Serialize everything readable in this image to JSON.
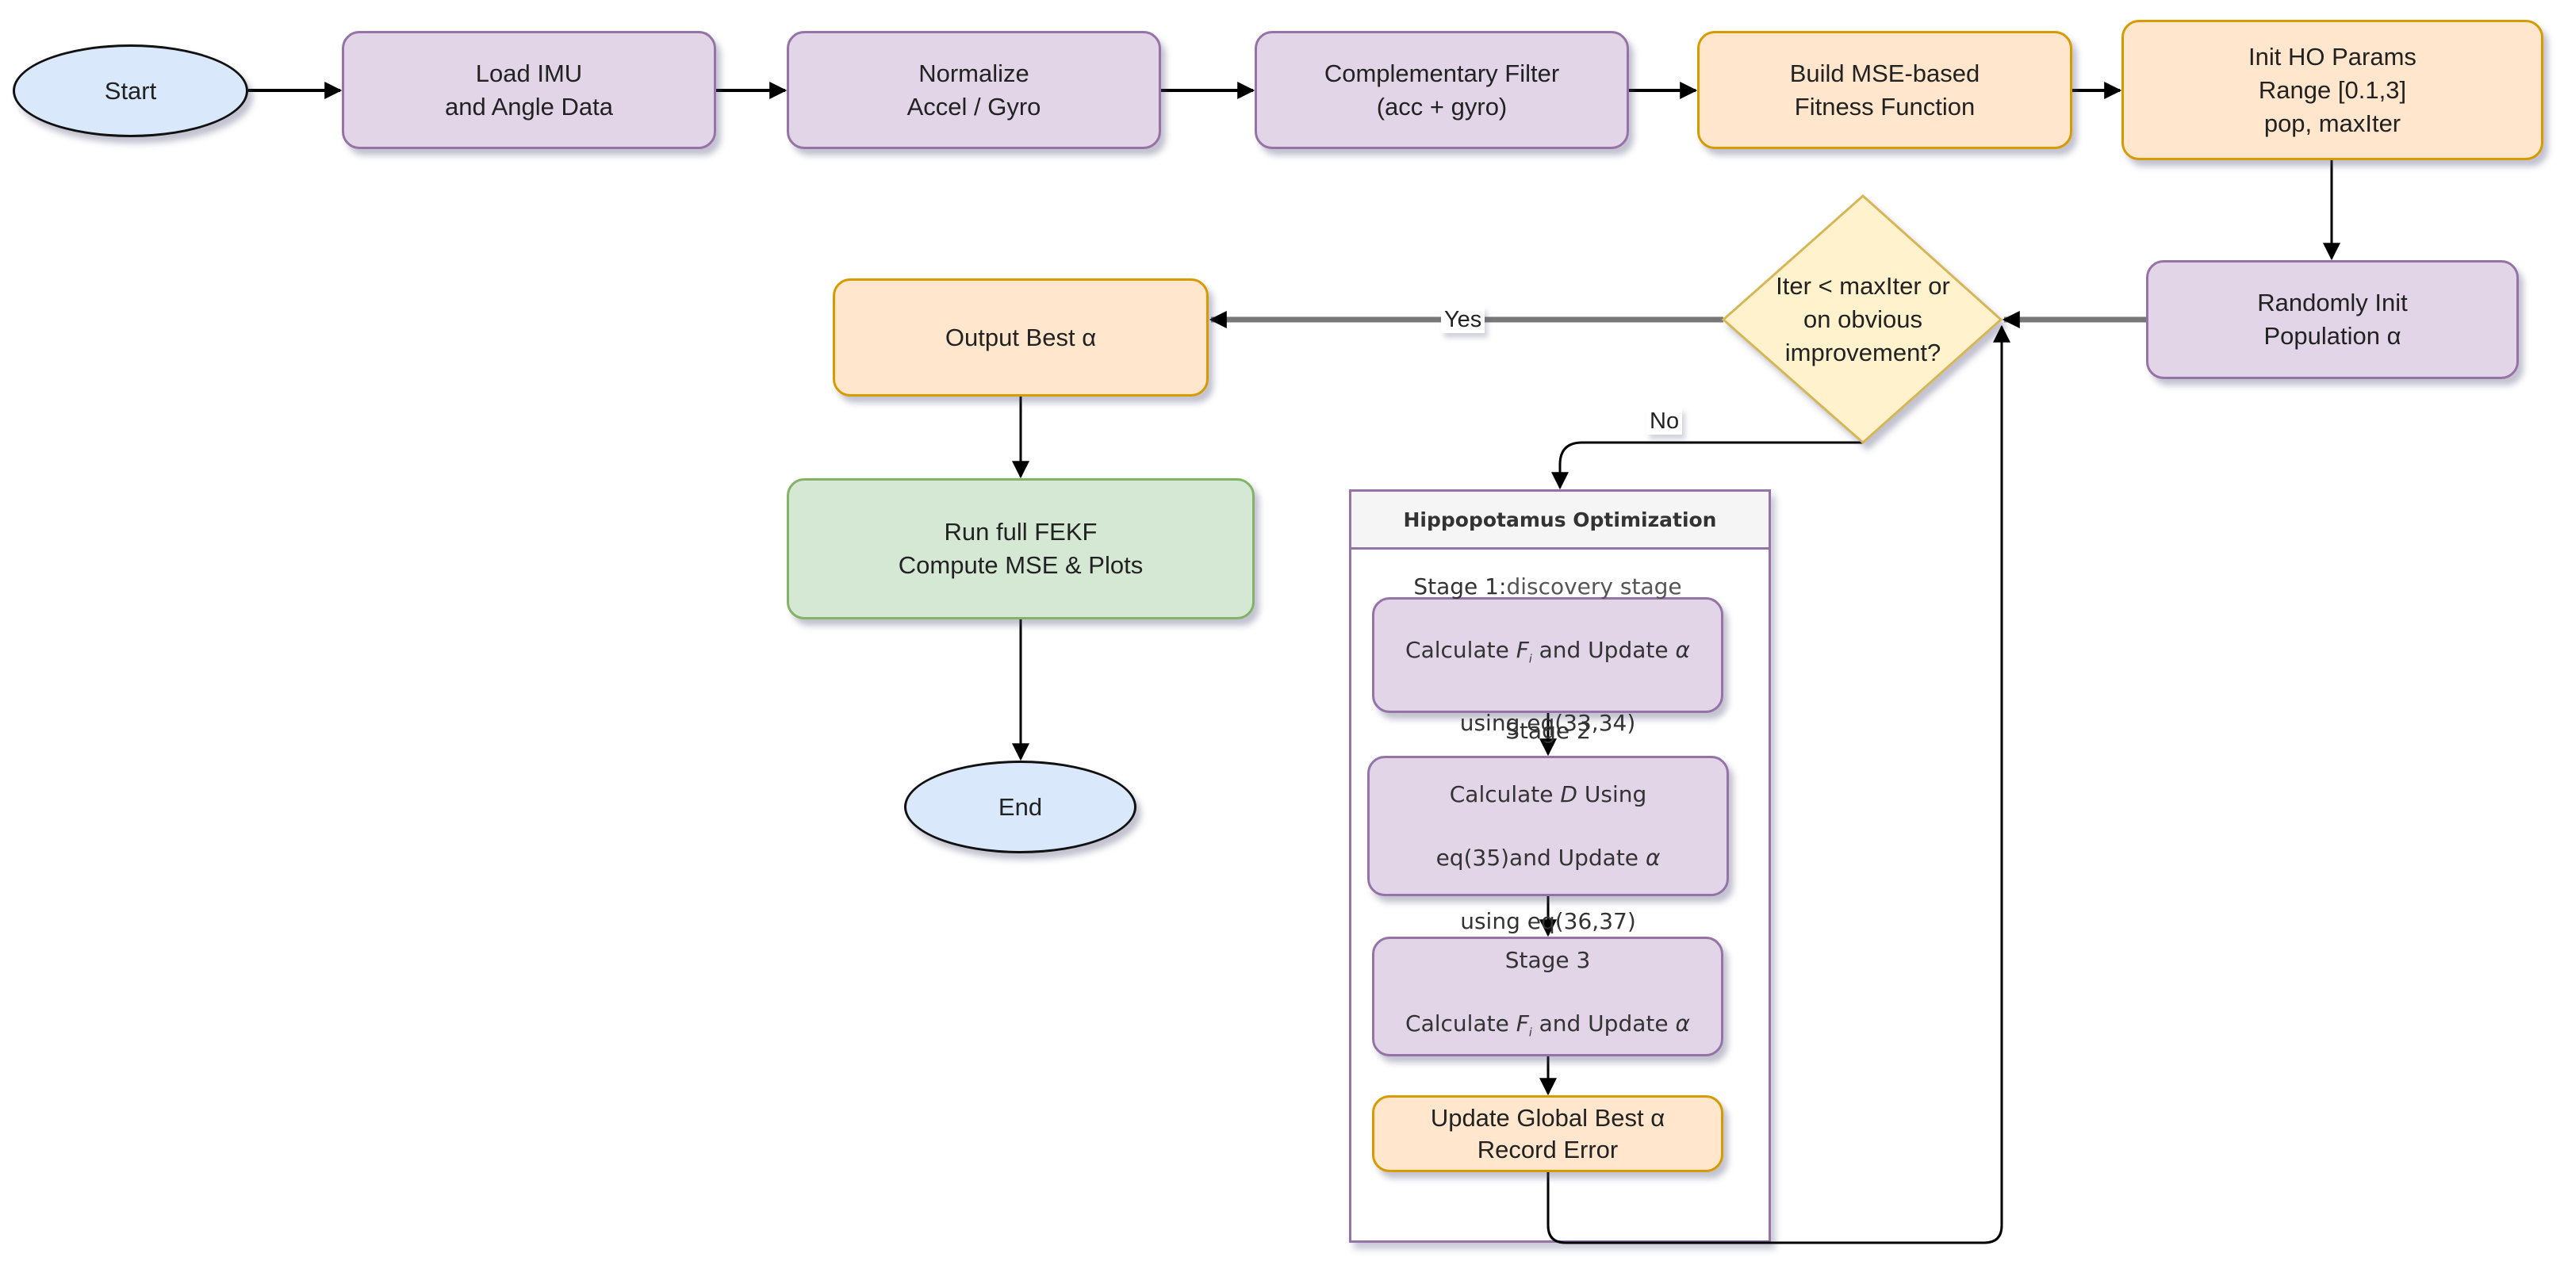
{
  "diagram": {
    "type": "flowchart",
    "nodes": {
      "start": {
        "label": "Start",
        "shape": "ellipse"
      },
      "load_imu": {
        "label": "Load IMU\nand Angle Data",
        "shape": "rounded-rect"
      },
      "normalize": {
        "label": "Normalize\nAccel / Gyro",
        "shape": "rounded-rect"
      },
      "complementary": {
        "label": "Complementary Filter\n(acc + gyro)",
        "shape": "rounded-rect"
      },
      "build_mse": {
        "label": "Build MSE-based\nFitness Function",
        "shape": "rounded-rect"
      },
      "init_ho": {
        "label": "Init HO Params\nRange [0.1,3]\npop, maxIter",
        "shape": "rounded-rect"
      },
      "random_init": {
        "label": "Randomly Init\nPopulation α",
        "shape": "rounded-rect"
      },
      "decision": {
        "label": "Iter < maxIter or\non obvious\nimprovement?",
        "shape": "diamond"
      },
      "output_best": {
        "label": "Output Best α",
        "shape": "rounded-rect"
      },
      "run_fekf": {
        "label": "Run full FEKF\nCompute MSE & Plots",
        "shape": "rounded-rect"
      },
      "end": {
        "label": "End",
        "shape": "ellipse"
      },
      "ho_container": {
        "title": "Hippopotamus Optimization"
      },
      "stage1": {
        "line1": "Stage 1:",
        "line1b": "discovery stage",
        "line2a": "Calculate ",
        "line2var": "F",
        "line2sub": "i",
        "line2b": " and Update ",
        "alpha": "α",
        "line3": "using eq(33,34)"
      },
      "stage2": {
        "line1": "Stage 2",
        "line2a": "Calculate ",
        "line2var": "D",
        "line2b": " Using",
        "line3a": "eq(35)and Update ",
        "alpha": "α",
        "line4": "using eq(36,37)"
      },
      "stage3": {
        "line1": "Stage 3",
        "line2a": "Calculate ",
        "line2var": "F",
        "line2sub": "i",
        "line2b": " and Update ",
        "alpha": "α"
      },
      "update_global": {
        "label": "Update Global Best α\nRecord Error",
        "shape": "rounded-rect"
      }
    },
    "edges": [
      {
        "from": "start",
        "to": "load_imu"
      },
      {
        "from": "load_imu",
        "to": "normalize"
      },
      {
        "from": "normalize",
        "to": "complementary"
      },
      {
        "from": "complementary",
        "to": "build_mse"
      },
      {
        "from": "build_mse",
        "to": "init_ho"
      },
      {
        "from": "init_ho",
        "to": "random_init"
      },
      {
        "from": "random_init",
        "to": "decision"
      },
      {
        "from": "decision",
        "to": "output_best",
        "label": "Yes"
      },
      {
        "from": "decision",
        "to": "ho_container",
        "label": "No"
      },
      {
        "from": "stage1",
        "to": "stage2"
      },
      {
        "from": "stage2",
        "to": "stage3"
      },
      {
        "from": "stage3",
        "to": "update_global"
      },
      {
        "from": "update_global",
        "to": "decision"
      },
      {
        "from": "output_best",
        "to": "run_fekf"
      },
      {
        "from": "run_fekf",
        "to": "end"
      }
    ],
    "edge_labels": {
      "yes": "Yes",
      "no": "No"
    },
    "colors": {
      "purple_fill": "#e1d5e7",
      "purple_stroke": "#9673a6",
      "orange_fill": "#ffe6cc",
      "orange_stroke": "#d79b00",
      "green_fill": "#d5e8d4",
      "green_stroke": "#82b366",
      "blue_fill": "#dae8fc",
      "decision_fill": "#fff2cc",
      "decision_stroke": "#d6b656"
    }
  }
}
